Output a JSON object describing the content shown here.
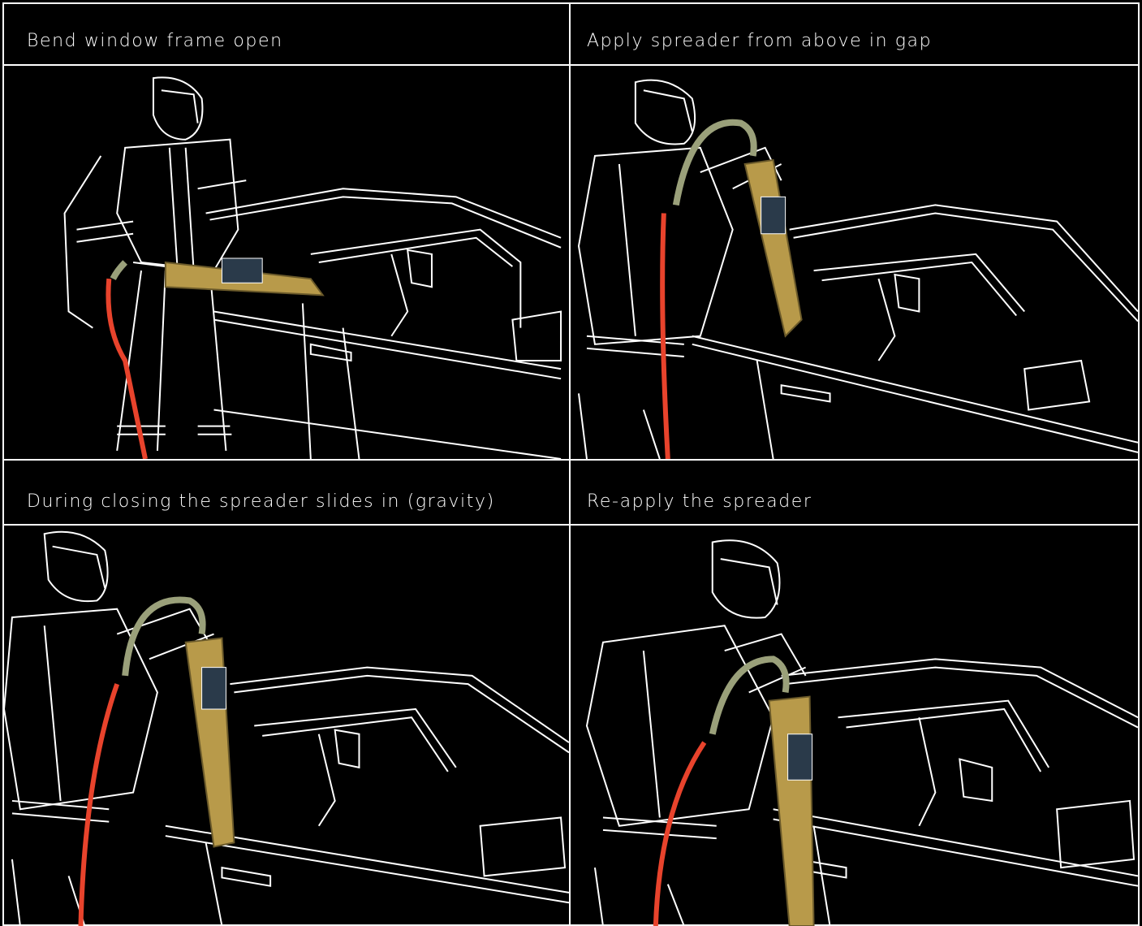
{
  "panels": [
    {
      "caption": "Bend window frame open",
      "tool_pose": "horizontal"
    },
    {
      "caption": "Apply spreader from above in gap",
      "tool_pose": "vertical"
    },
    {
      "caption": "During closing the spreader slides in (gravity)",
      "tool_pose": "vertical"
    },
    {
      "caption": "Re-apply the spreader",
      "tool_pose": "vertical"
    }
  ],
  "colors": {
    "background": "#000000",
    "line": "#ffffff",
    "hose": "#e8432c",
    "tool": "#b89a4a"
  }
}
